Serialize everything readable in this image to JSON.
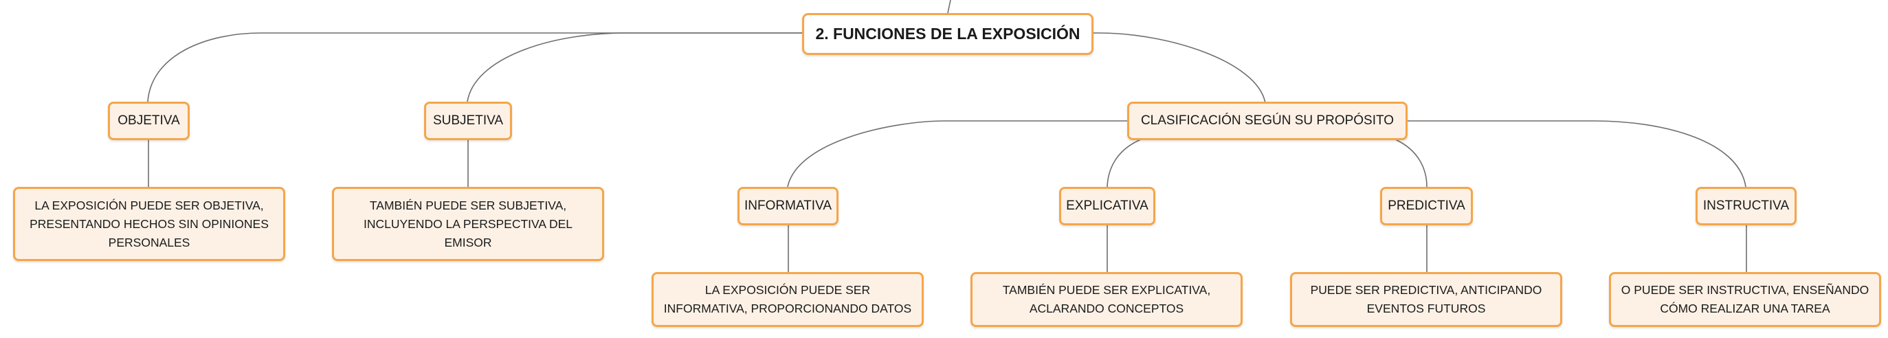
{
  "root": {
    "label": "2. FUNCIONES DE LA EXPOSICIÓN"
  },
  "objetiva": {
    "label": "OBJETIVA",
    "detail": "LA EXPOSICIÓN PUEDE SER OBJETIVA, PRESENTANDO HECHOS SIN OPINIONES PERSONALES"
  },
  "subjetiva": {
    "label": "SUBJETIVA",
    "detail": "TAMBIÉN PUEDE SER SUBJETIVA, INCLUYENDO LA PERSPECTIVA DEL EMISOR"
  },
  "clasificacion": {
    "label": "CLASIFICACIÓN SEGÚN SU PROPÓSITO"
  },
  "informativa": {
    "label": "INFORMATIVA",
    "detail": "LA EXPOSICIÓN PUEDE SER INFORMATIVA, PROPORCIONANDO DATOS"
  },
  "explicativa": {
    "label": "EXPLICATIVA",
    "detail": "TAMBIÉN PUEDE SER EXPLICATIVA, ACLARANDO CONCEPTOS"
  },
  "predictiva": {
    "label": "PREDICTIVA",
    "detail": "PUEDE SER PREDICTIVA, ANTICIPANDO EVENTOS FUTUROS"
  },
  "instructiva": {
    "label": "INSTRUCTIVA",
    "detail": "O PUEDE SER INSTRUCTIVA, ENSEÑANDO CÓMO REALIZAR UNA TAREA"
  },
  "colors": {
    "node_border": "#f6a54a",
    "node_fill": "#fdf1e6",
    "connector": "#6e6e6e"
  }
}
